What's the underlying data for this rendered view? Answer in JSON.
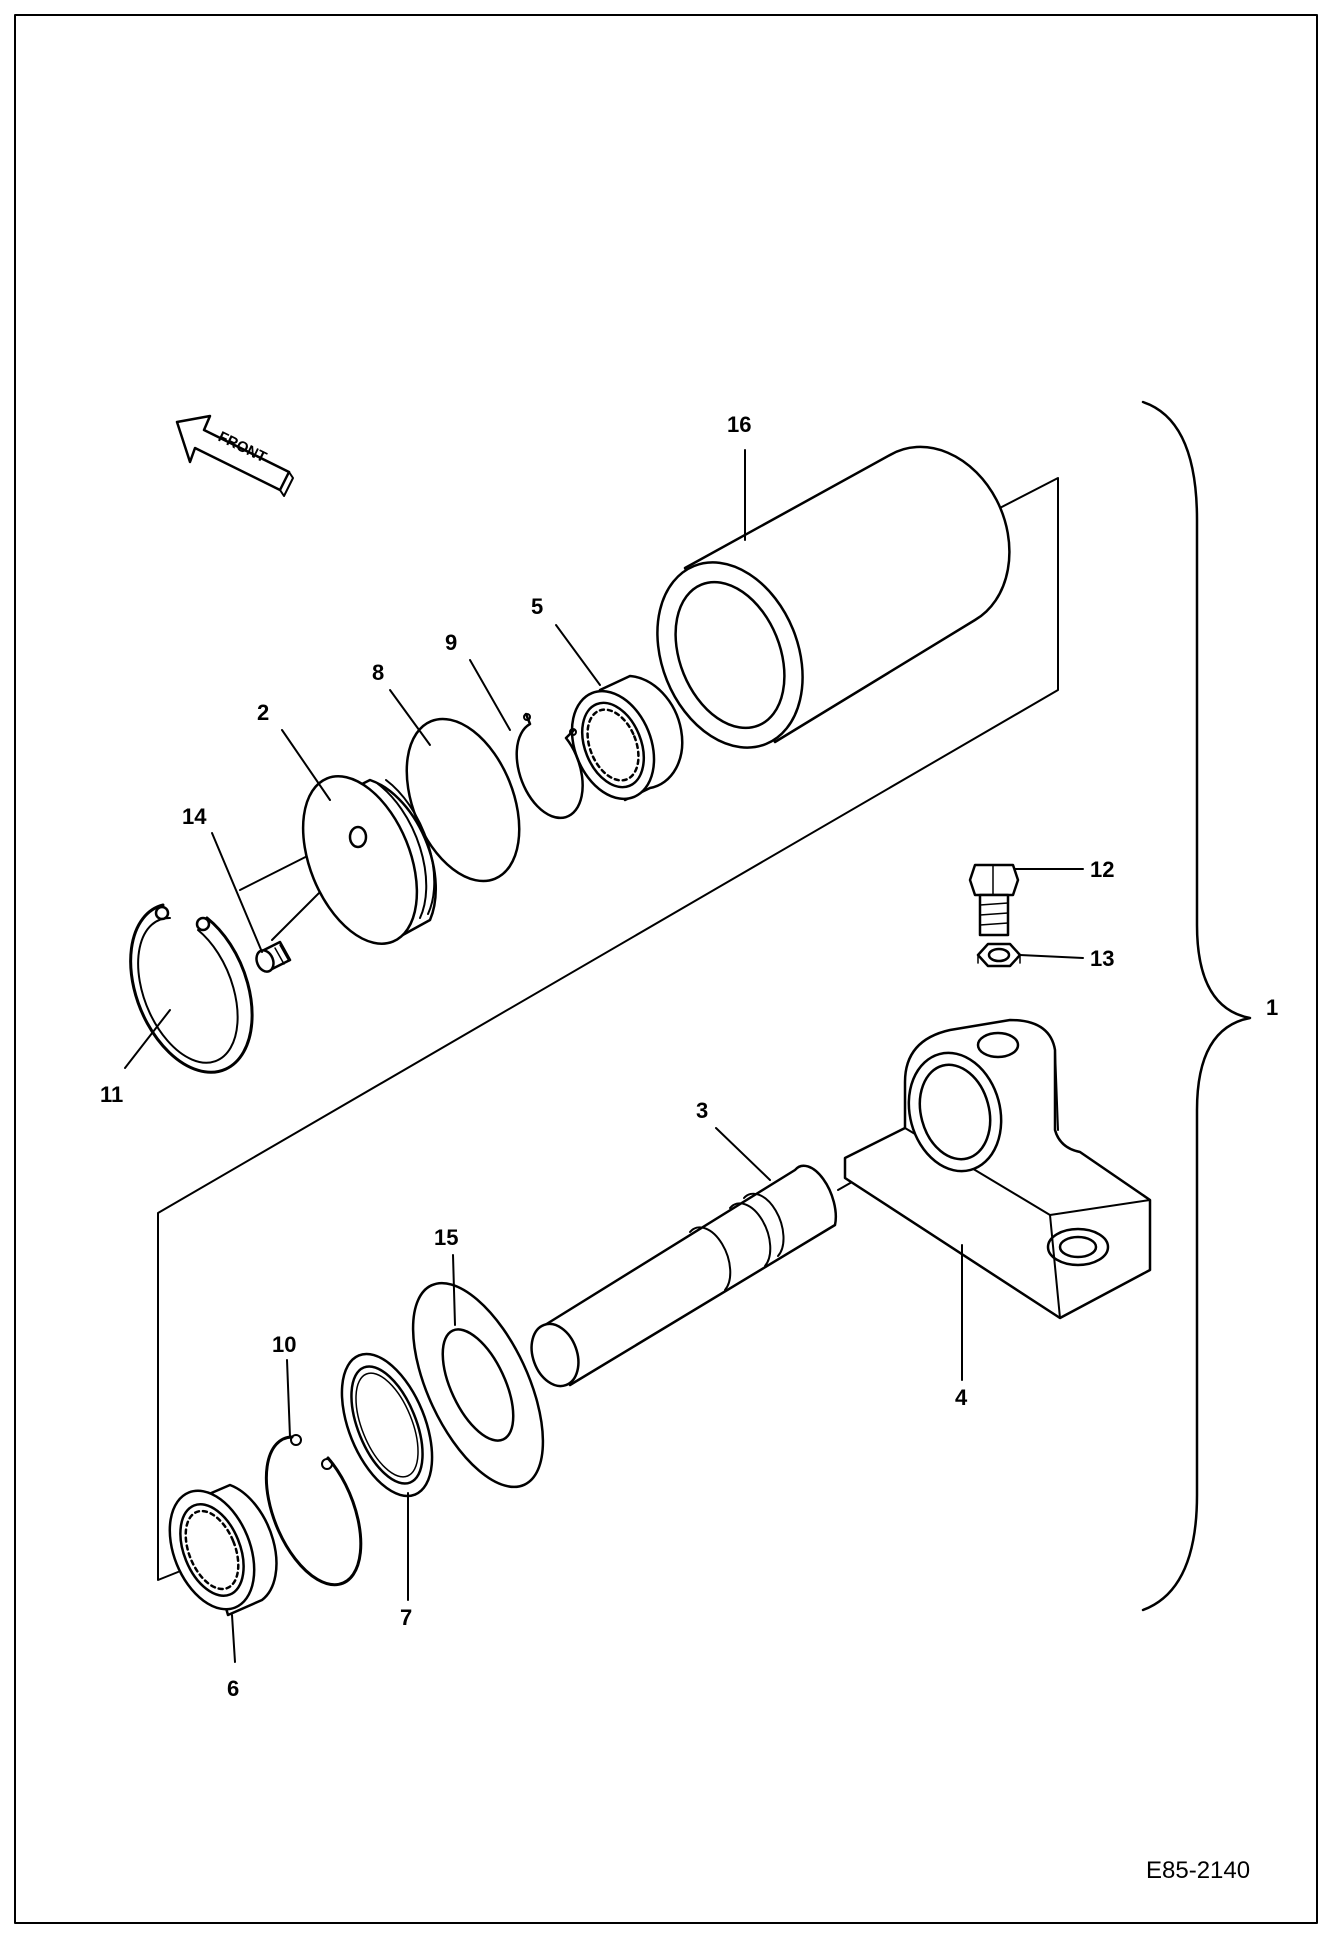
{
  "diagram": {
    "front_label": "FRONT",
    "reference_code": "E85-2140",
    "assembly_label": "1",
    "parts": {
      "p2": "2",
      "p3": "3",
      "p4": "4",
      "p5": "5",
      "p6": "6",
      "p7": "7",
      "p8": "8",
      "p9": "9",
      "p10": "10",
      "p11": "11",
      "p12": "12",
      "p13": "13",
      "p14": "14",
      "p15": "15",
      "p16": "16"
    }
  }
}
